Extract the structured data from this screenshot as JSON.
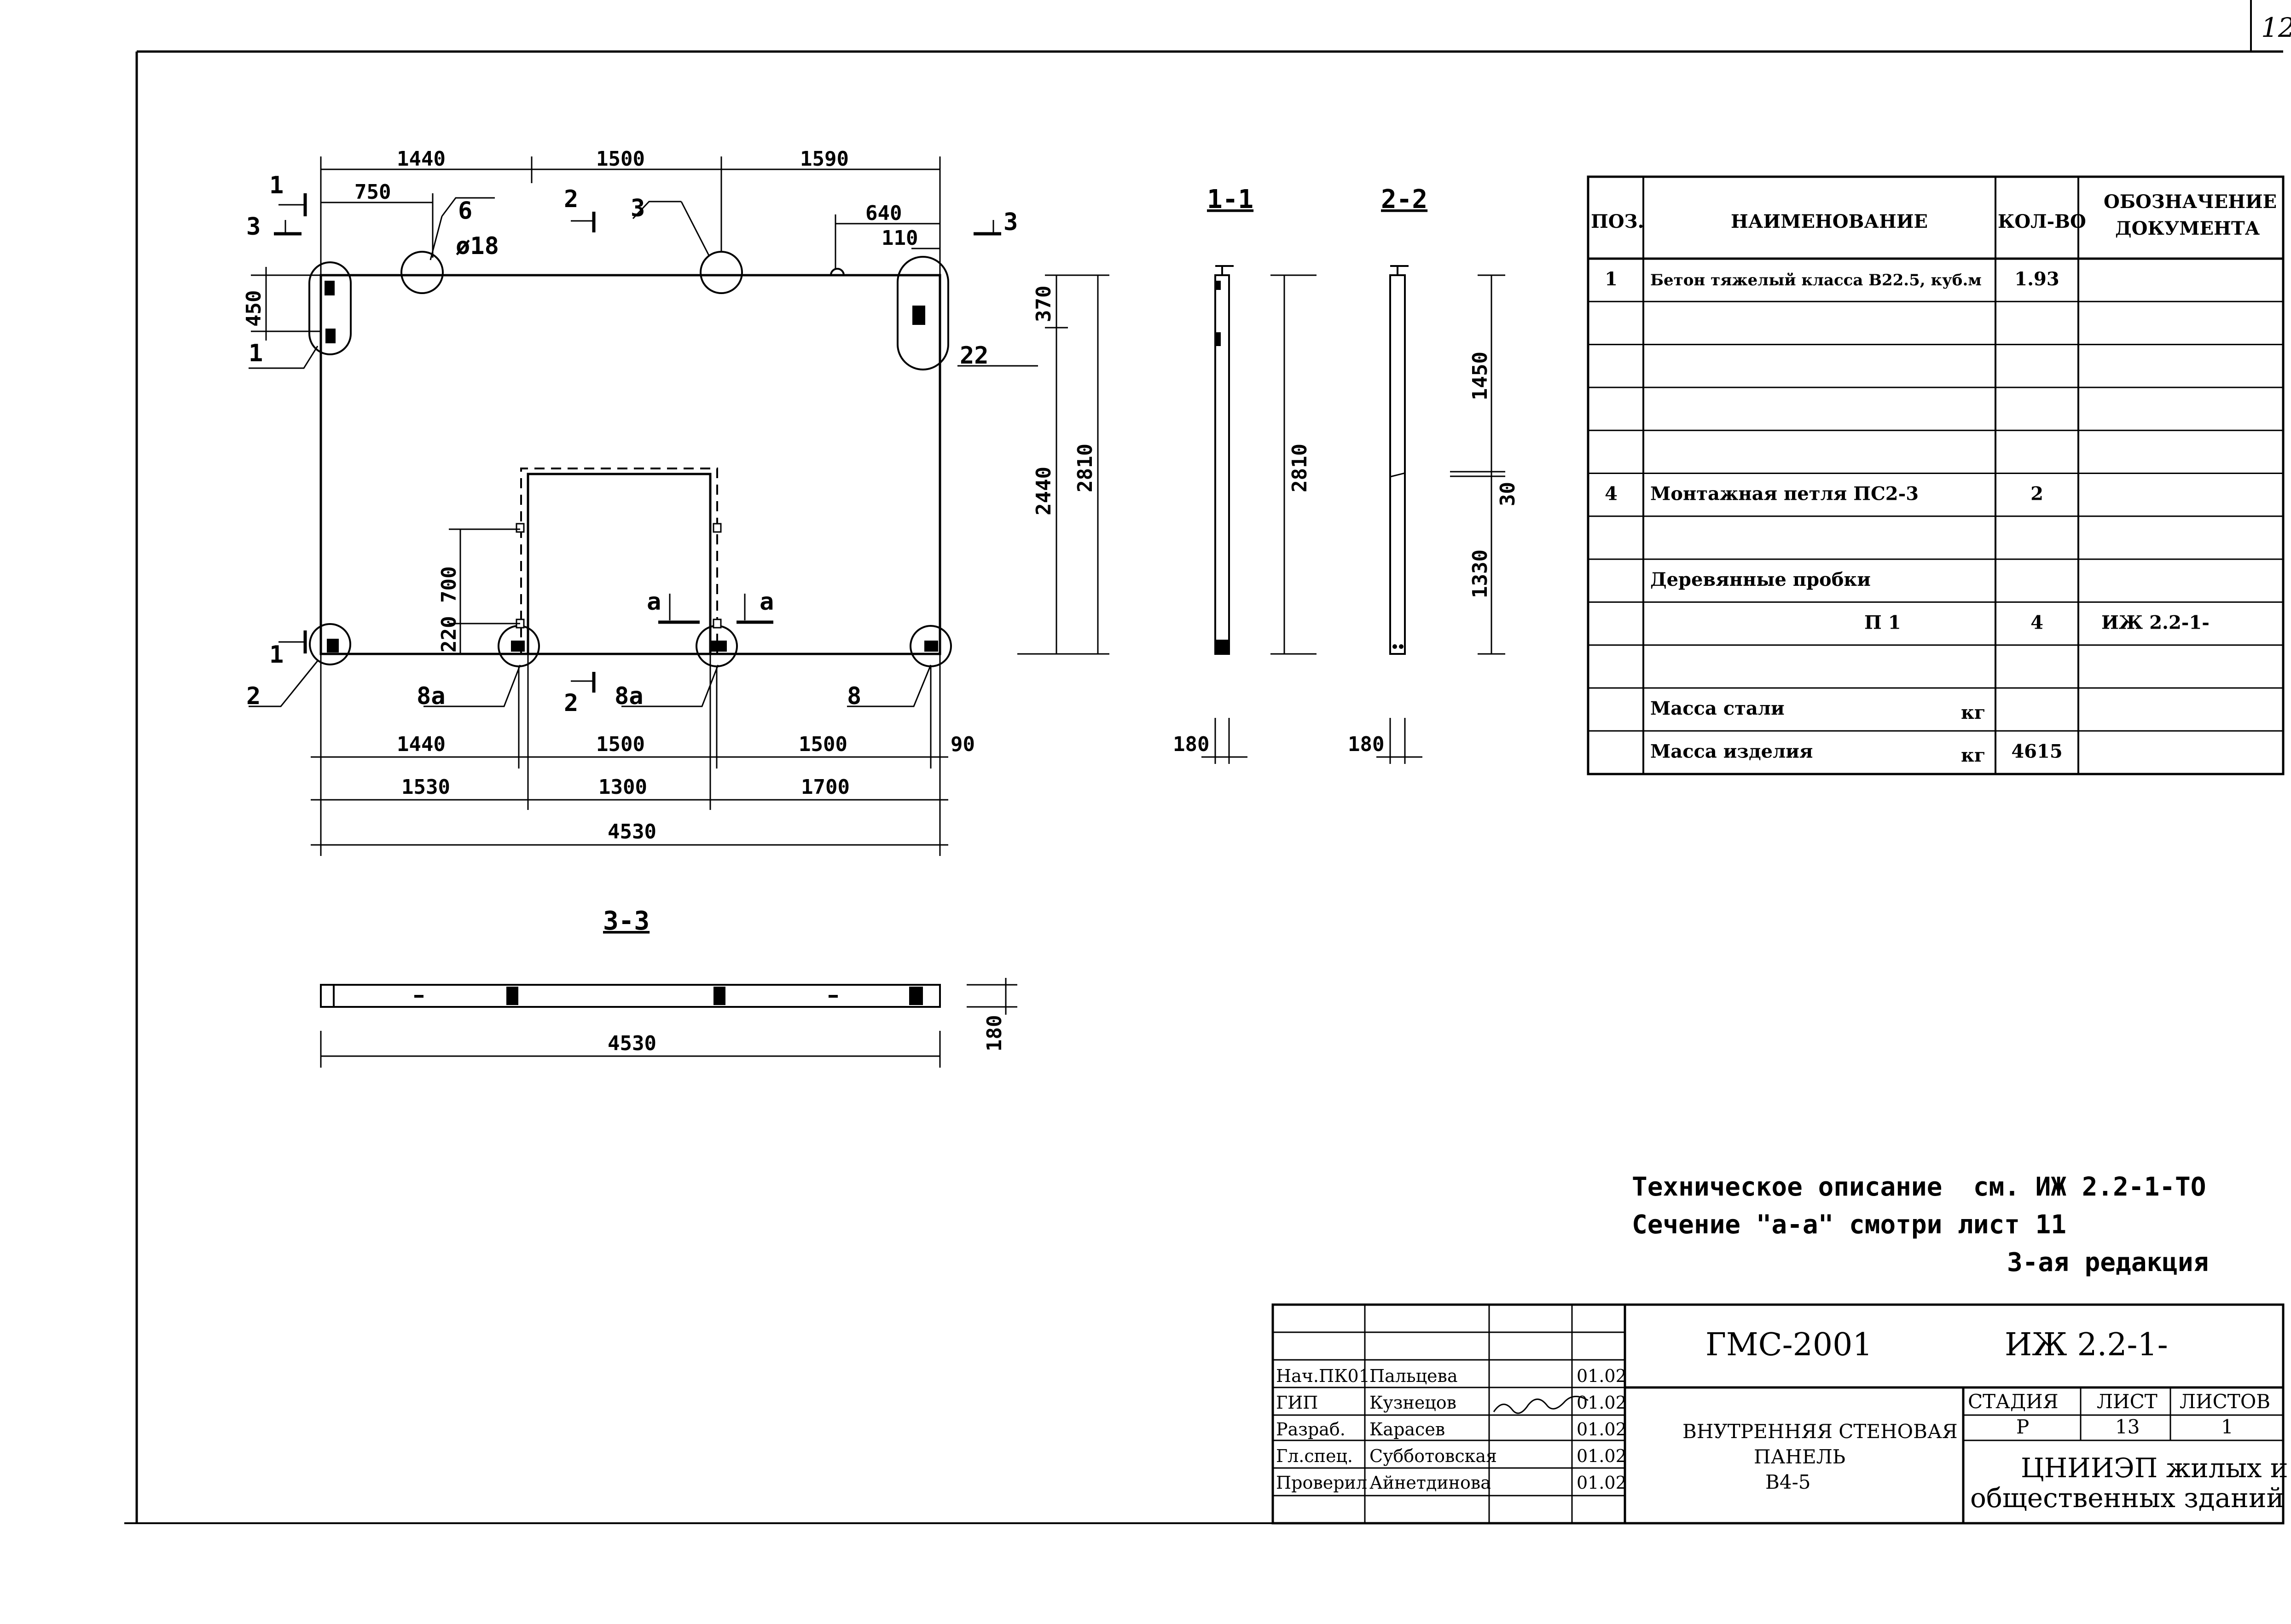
{
  "sheet_corner_number": "12",
  "plan": {
    "top_dims": [
      "1440",
      "1500",
      "1590"
    ],
    "top_sub_dims": [
      "750",
      "640",
      "110"
    ],
    "left_dim": "450",
    "right_dims": [
      "370",
      "2440",
      "2810"
    ],
    "inner_dims": [
      "700",
      "220"
    ],
    "bottom_dims_row1": [
      "1440",
      "1500",
      "1500",
      "90"
    ],
    "bottom_dims_row2": [
      "1530",
      "1300",
      "1700"
    ],
    "bottom_total": "4530",
    "callouts": [
      "1",
      "2",
      "3",
      "6",
      "22",
      "8а",
      "8а",
      "8"
    ],
    "hole_label": "ø18",
    "cut_marks": [
      "1",
      "1",
      "2",
      "2",
      "3",
      "3",
      "а",
      "а"
    ]
  },
  "section_1_1": {
    "title": "1-1",
    "height_dim": "2810",
    "width_dim": "180"
  },
  "section_2_2": {
    "title": "2-2",
    "dims": [
      "1450",
      "30",
      "1330"
    ],
    "width_dim": "180"
  },
  "section_3_3": {
    "title": "3-3",
    "length_dim": "4530",
    "thickness_dim": "180"
  },
  "spec_table": {
    "headers": [
      "ПОЗ.",
      "НАИМЕНОВАНИЕ",
      "КОЛ-ВО",
      "ОБОЗНАЧЕНИЕ ДОКУМЕНТА"
    ],
    "rows": [
      [
        "1",
        "Бетон тяжелый класса В22.5, куб.м",
        "1.93",
        ""
      ],
      [
        "",
        "",
        "",
        ""
      ],
      [
        "",
        "",
        "",
        ""
      ],
      [
        "",
        "",
        "",
        ""
      ],
      [
        "",
        "",
        "",
        ""
      ],
      [
        "4",
        "Монтажная петля ПС2-3",
        "2",
        ""
      ],
      [
        "",
        "",
        "",
        ""
      ],
      [
        "",
        "Деревянные пробки",
        "",
        ""
      ],
      [
        "",
        "П 1",
        "4",
        "ИЖ 2.2-1-"
      ],
      [
        "",
        "",
        "",
        ""
      ],
      [
        "",
        "Масса стали",
        "",
        ""
      ],
      [
        "",
        "Масса изделия",
        "4615",
        ""
      ]
    ],
    "unit_kg": "кг"
  },
  "notes": [
    "Техническое описание  см. ИЖ 2.2-1-ТО",
    "Сечение \"а-а\" смотри лист 11",
    "3-ая редакция"
  ],
  "title_block": {
    "project": "ГМС-2001",
    "doc_code": "ИЖ 2.2-1-",
    "name_lines": [
      "ВНУТРЕННЯЯ СТЕНОВАЯ",
      "ПАНЕЛЬ",
      "В4-5"
    ],
    "stage_header": [
      "СТАДИЯ",
      "ЛИСТ",
      "ЛИСТОВ"
    ],
    "stage_values": [
      "Р",
      "13",
      "1"
    ],
    "org_lines": [
      "ЦНИИЭП жилых и",
      "общественных зданий"
    ],
    "staff": [
      {
        "role": "Нач.ПК01",
        "name": "Пальцева",
        "date": "01.02"
      },
      {
        "role": "ГИП",
        "name": "Кузнецов",
        "date": "01.02"
      },
      {
        "role": "Разраб.",
        "name": "Карасев",
        "date": "01.02"
      },
      {
        "role": "Гл.спец.",
        "name": "Субботовская",
        "date": "01.02"
      },
      {
        "role": "Проверил",
        "name": "Айнетдинова",
        "date": "01.02"
      }
    ]
  }
}
